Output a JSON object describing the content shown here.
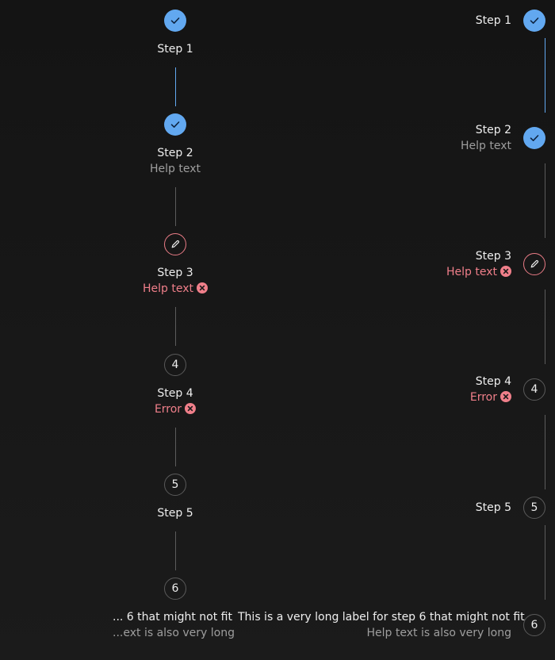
{
  "vertical_stepper": {
    "steps": [
      {
        "label": "Step 1",
        "state": "completed",
        "marker_icon": "check-icon"
      },
      {
        "label": "Step 2",
        "helper": "Help text",
        "state": "completed",
        "marker_icon": "check-icon"
      },
      {
        "label": "Step 3",
        "helper": "Help text",
        "state": "editing-error",
        "marker_icon": "pencil-icon",
        "helper_icon": "error-circle-icon"
      },
      {
        "label": "Step 4",
        "helper": "Error",
        "state": "error",
        "number": "4",
        "helper_icon": "error-circle-icon"
      },
      {
        "label": "Step 5",
        "state": "default",
        "number": "5"
      },
      {
        "label": "... 6 that might not fit",
        "helper": "...ext is also very long",
        "state": "default",
        "number": "6"
      }
    ]
  },
  "right_stepper": {
    "steps": [
      {
        "label": "Step 1",
        "state": "completed",
        "marker_icon": "check-icon"
      },
      {
        "label": "Step 2",
        "helper": "Help text",
        "state": "completed",
        "marker_icon": "check-icon"
      },
      {
        "label": "Step 3",
        "helper": "Help text",
        "state": "editing-error",
        "marker_icon": "pencil-icon",
        "helper_icon": "error-circle-icon"
      },
      {
        "label": "Step 4",
        "helper": "Error",
        "state": "error",
        "number": "4",
        "helper_icon": "error-circle-icon"
      },
      {
        "label": "Step 5",
        "state": "default",
        "number": "5"
      },
      {
        "label": "This is a very long label for step 6 that might not fit",
        "helper": "Help text is also very long",
        "state": "default",
        "number": "6"
      }
    ]
  },
  "colors": {
    "background": "#171717",
    "completed": "#62a8f0",
    "error": "#f07f8a",
    "connector": "#5c5c5c",
    "text": "#efefef",
    "helper_text": "#9e9e9e"
  }
}
